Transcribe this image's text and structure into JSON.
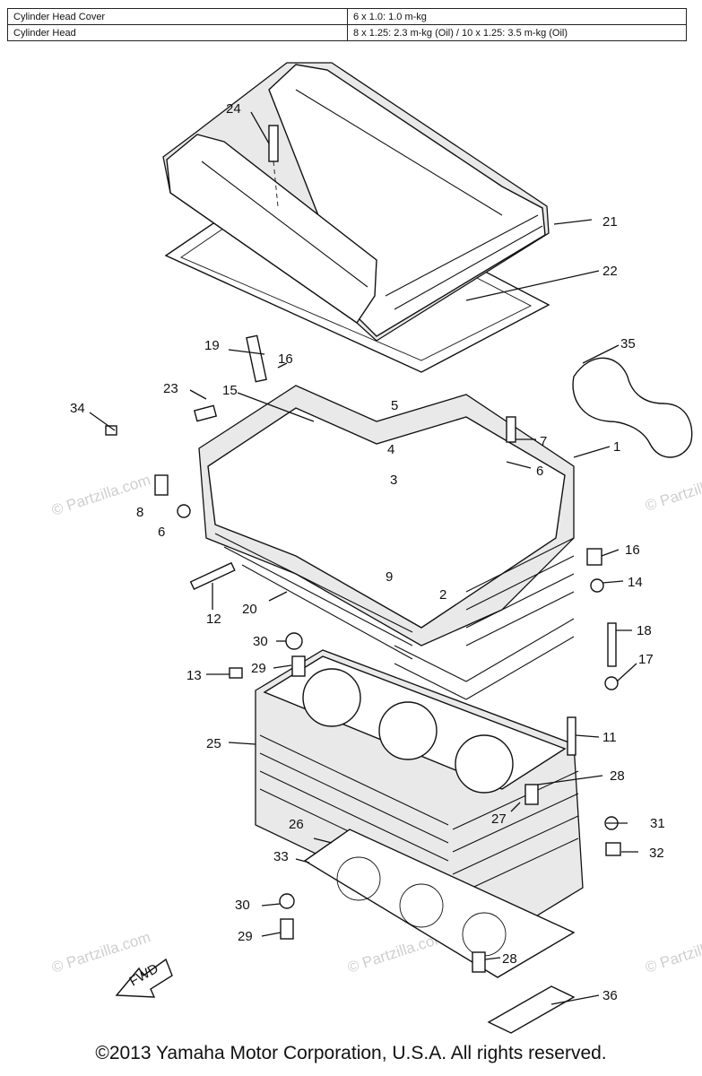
{
  "torque_table": {
    "rows": [
      {
        "part": "Cylinder Head Cover",
        "spec": "6 x 1.0: 1.0 m-kg"
      },
      {
        "part": "Cylinder Head",
        "spec": "8 x 1.25: 2.3 m-kg (Oil) / 10 x 1.25: 3.5 m-kg (Oil)"
      }
    ]
  },
  "callouts": {
    "c1": "1",
    "c2": "2",
    "c3": "3",
    "c4": "4",
    "c5": "5",
    "c6a": "6",
    "c6b": "6",
    "c7": "7",
    "c8": "8",
    "c9": "9",
    "c11": "11",
    "c12": "12",
    "c13": "13",
    "c14": "14",
    "c15": "15",
    "c16a": "16",
    "c16b": "16",
    "c17": "17",
    "c18": "18",
    "c19": "19",
    "c20": "20",
    "c21": "21",
    "c22": "22",
    "c23": "23",
    "c24": "24",
    "c25": "25",
    "c26": "26",
    "c27": "27",
    "c28a": "28",
    "c28b": "28",
    "c29a": "29",
    "c29b": "29",
    "c30a": "30",
    "c30b": "30",
    "c31": "31",
    "c32": "32",
    "c33": "33",
    "c34": "34",
    "c35": "35",
    "c36": "36"
  },
  "fwd_label": "FWD",
  "watermark": "© Partzilla.com",
  "copyright": "©2013  Yamaha Motor Corporation, U.S.A. All rights reserved."
}
